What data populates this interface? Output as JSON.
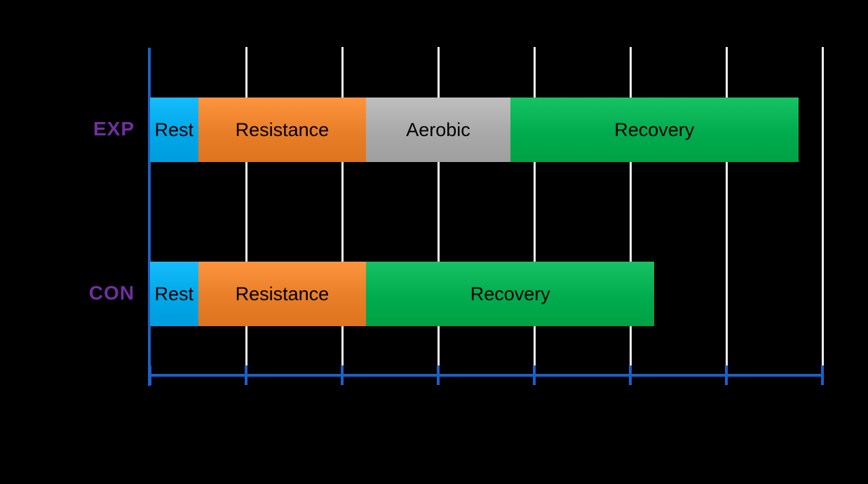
{
  "chart_data": {
    "type": "bar",
    "subtype": "horizontal-stacked-timeline",
    "title": "",
    "xlabel": "",
    "ylabel": "",
    "categories": [
      "EXP",
      "CON"
    ],
    "xlim": [
      0,
      7
    ],
    "x_tick_interval": 1,
    "x_tick_labels_visible": false,
    "grid": "vertical-gridlines-on",
    "legend_position": "none",
    "colors": {
      "background": "#000000",
      "axis": "#1d5fc8",
      "gridline": "#f2f2f2",
      "row_label": "#7030a0",
      "segment_label": "#000000",
      "rest": "#00a7e7",
      "resistance": "#e87e28",
      "aerobic": "#a9a9a9",
      "recovery": "#00ac4e"
    },
    "rows": [
      {
        "label": "EXP",
        "segments": [
          {
            "name": "Rest",
            "duration": 0.5,
            "color": "#00a7e7"
          },
          {
            "name": "Resistance",
            "duration": 1.75,
            "color": "#e87e28"
          },
          {
            "name": "Aerobic",
            "duration": 1.5,
            "color": "#a9a9a9"
          },
          {
            "name": "Recovery",
            "duration": 3.0,
            "color": "#00ac4e"
          }
        ]
      },
      {
        "label": "CON",
        "segments": [
          {
            "name": "Rest",
            "duration": 0.5,
            "color": "#00a7e7"
          },
          {
            "name": "Resistance",
            "duration": 1.75,
            "color": "#e87e28"
          },
          {
            "name": "Recovery",
            "duration": 3.0,
            "color": "#00ac4e"
          }
        ]
      }
    ]
  }
}
